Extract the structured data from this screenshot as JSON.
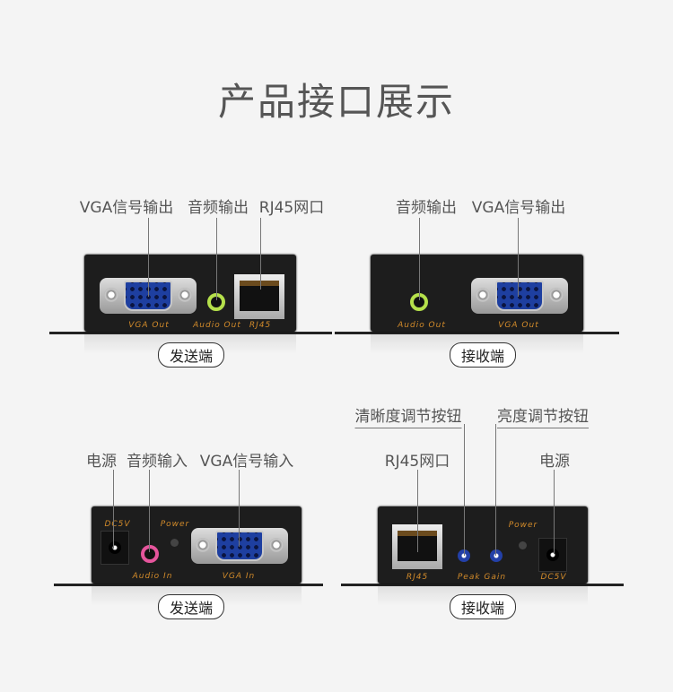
{
  "title": "产品接口展示",
  "panels": [
    {
      "labels": [
        "VGA信号输出",
        "音频输出",
        "RJ45网口"
      ],
      "ports": [
        "VGA Out",
        "Audio Out",
        "RJ45"
      ],
      "badge": "发送端"
    },
    {
      "labels": [
        "音频输出",
        "VGA信号输出"
      ],
      "ports": [
        "Audio Out",
        "VGA Out"
      ],
      "badge": "接收端"
    },
    {
      "labels": [
        "电源",
        "音频输入",
        "VGA信号输入"
      ],
      "ports": [
        "DC5V",
        "Power",
        "Audio In",
        "VGA In"
      ],
      "badge": "发送端"
    },
    {
      "labels": [
        "清晰度调节按钮",
        "亮度调节按钮",
        "RJ45网口",
        "电源"
      ],
      "ports": [
        "RJ45",
        "Peak Gain",
        "Power",
        "DC5V"
      ],
      "badge": "接收端"
    }
  ]
}
